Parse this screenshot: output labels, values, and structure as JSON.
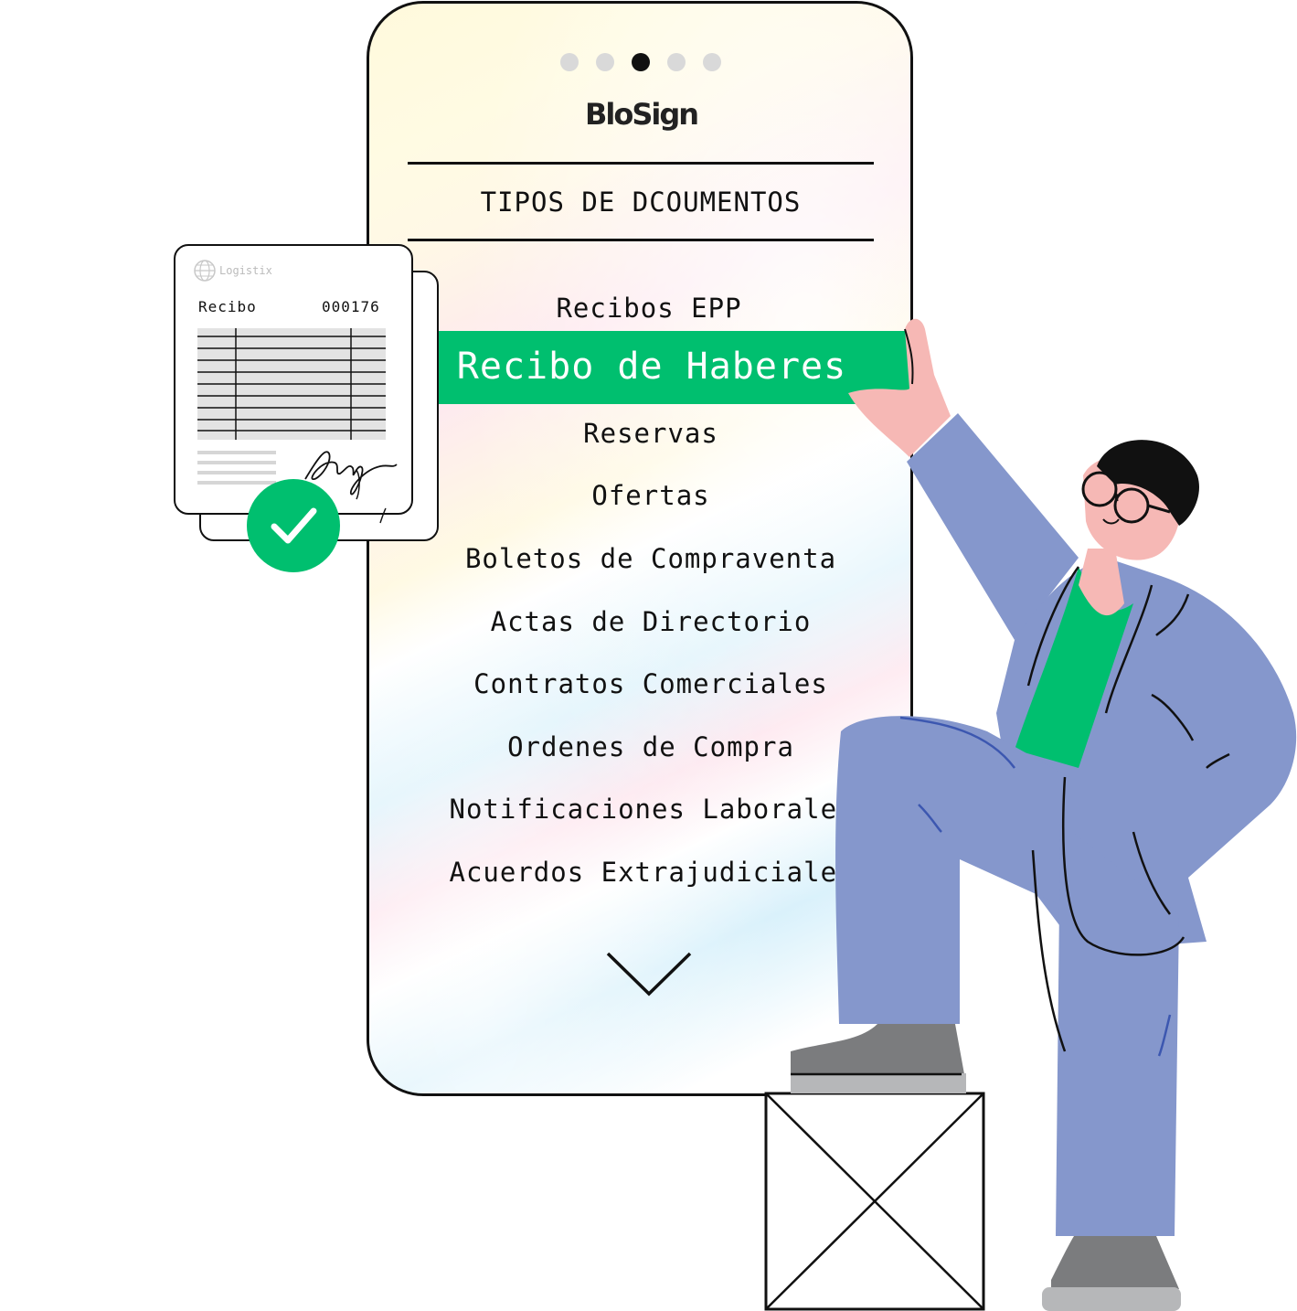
{
  "carousel": {
    "total": 5,
    "active_index": 2
  },
  "brand": {
    "logo_text": "BloSign"
  },
  "section": {
    "title": "TIPOS DE DCOUMENTOS"
  },
  "menu": {
    "items": [
      "Recibos EPP",
      "Recibo de Haberes",
      "Reservas",
      "Ofertas",
      "Boletos de Compraventa",
      "Actas de Directorio",
      "Contratos Comerciales",
      "Ordenes de Compra",
      "Notificaciones Laborales",
      "Acuerdos Extrajudiciales"
    ],
    "selected_index": 1
  },
  "receipt_card": {
    "brand": "Logistix",
    "label": "Recibo",
    "number": "000176"
  },
  "colors": {
    "accent_green": "#00bf6f",
    "suit_blue": "#8597cc",
    "skin": "#f6b8b5",
    "shoe_gray": "#7b7c7e"
  },
  "icons": {
    "scroll_down": "chevron-down-icon",
    "verified": "check-circle-icon"
  }
}
